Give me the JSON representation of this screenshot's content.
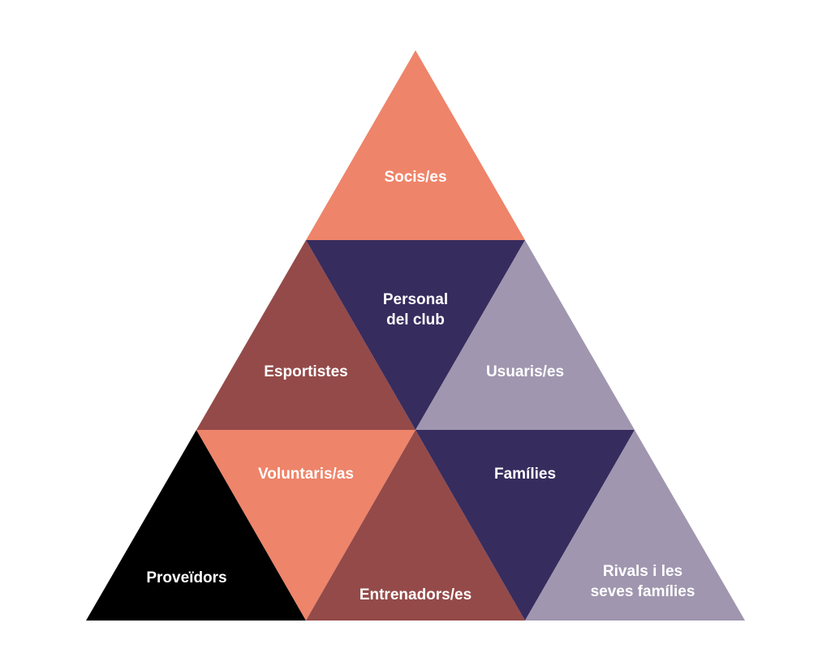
{
  "colors": {
    "salmon": "#EE846A",
    "brown": "#944A49",
    "navy": "#372C5E",
    "lavender": "#A096AF",
    "black": "#000000"
  },
  "segments": {
    "socis": {
      "label": "Socis/es",
      "color": "salmon"
    },
    "personal": {
      "line1": "Personal",
      "line2": "del club",
      "color": "navy"
    },
    "esportistes": {
      "label": "Esportistes",
      "color": "brown"
    },
    "usuaris": {
      "label": "Usuaris/es",
      "color": "lavender"
    },
    "proveidors": {
      "label": "Proveïdors",
      "color": "black"
    },
    "voluntaris": {
      "label": "Voluntaris/as",
      "color": "salmon"
    },
    "entrenadors": {
      "label": "Entrenadors/es",
      "color": "brown"
    },
    "families": {
      "label": "Famílies",
      "color": "navy"
    },
    "rivals": {
      "line1": "Rivals i les",
      "line2": "seves famílies",
      "color": "lavender"
    }
  }
}
